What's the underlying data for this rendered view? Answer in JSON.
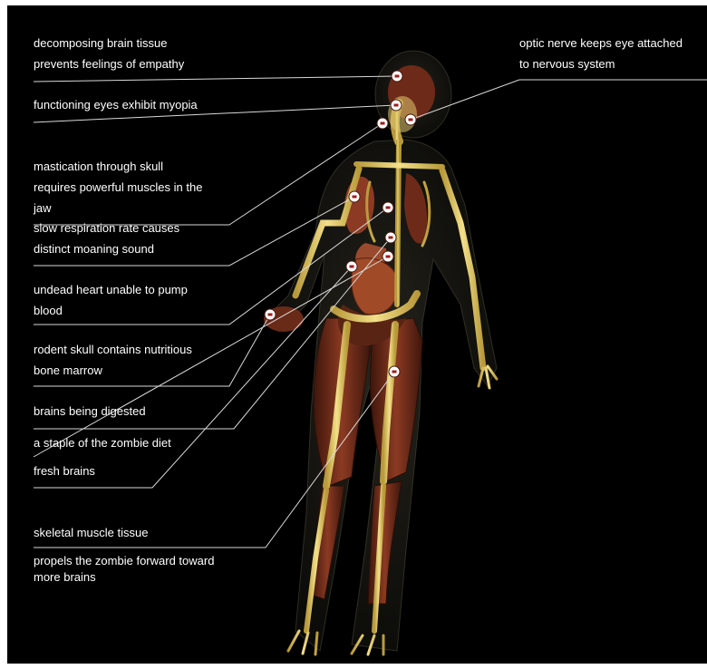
{
  "labels": [
    {
      "id": "brain",
      "lines": [
        "decomposing brain tissue",
        "prevents feelings of empathy"
      ]
    },
    {
      "id": "eyes",
      "lines": [
        "functioning eyes exhibit myopia"
      ]
    },
    {
      "id": "optic",
      "lines": [
        "optic nerve keeps eye attached",
        "to nervous system"
      ]
    },
    {
      "id": "jaw",
      "lines": [
        "mastication through skull",
        "requires powerful muscles in the",
        "jaw"
      ]
    },
    {
      "id": "respiration",
      "lines": [
        "slow respiration rate causes",
        "distinct moaning sound"
      ]
    },
    {
      "id": "heart",
      "lines": [
        "undead heart unable to pump",
        "blood"
      ]
    },
    {
      "id": "rodent",
      "lines": [
        "rodent skull contains nutritious",
        "bone marrow"
      ]
    },
    {
      "id": "digested",
      "lines": [
        "brains being digested"
      ]
    },
    {
      "id": "staple",
      "lines": [
        "a staple of the zombie diet"
      ]
    },
    {
      "id": "fresh",
      "lines": [
        "fresh brains"
      ]
    },
    {
      "id": "muscle",
      "lines": [
        "skeletal muscle tissue"
      ]
    },
    {
      "id": "propels",
      "lines": [
        "propels the zombie forward toward",
        "more brains"
      ]
    }
  ],
  "colors": {
    "background": "#000000",
    "text": "#ffffff",
    "leader_line": "#d9d9d9",
    "marker_fill": "#ffffff",
    "marker_center": "#9b1c1c",
    "bone": "#e8d070",
    "muscle": "#6e2a18",
    "organ": "#8a3a26",
    "body_glow": "#3a3a2a"
  },
  "icons": {
    "marker": "target-marker-icon",
    "figure": "zombie-anatomy-figure"
  }
}
